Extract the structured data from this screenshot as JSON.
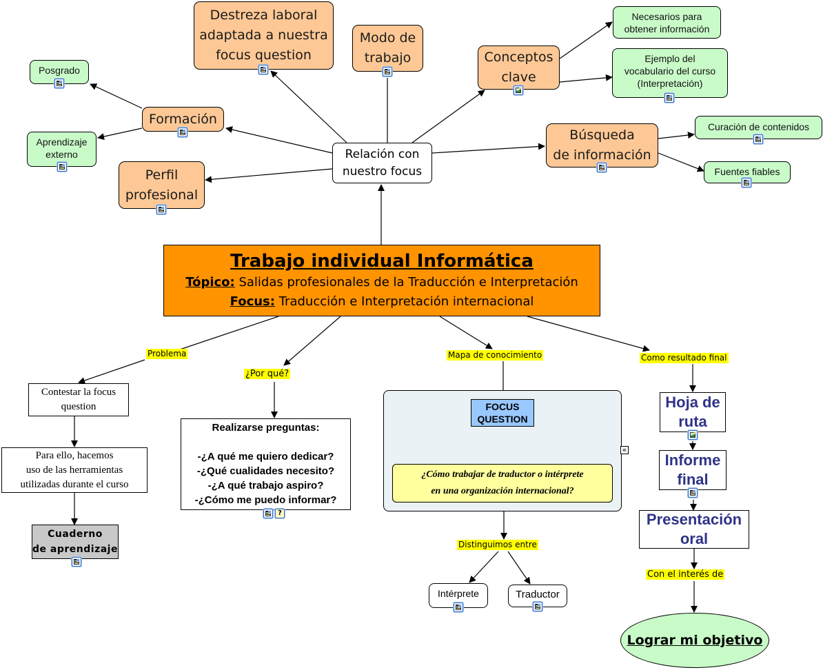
{
  "main_concept": {
    "title": "Trabajo individual Informática",
    "topic_label": "Tópico:",
    "topic_text": " Salidas profesionales de la Traducción e Interpretación",
    "focus_label": "Focus:",
    "focus_text": " Traducción e Interpretación internacional",
    "color": "#ff9300"
  },
  "relation": {
    "line1": "Relación con",
    "line2": "nuestro focus"
  },
  "upper_concepts": {
    "destreza": [
      "Destreza laboral",
      "adaptada a nuestra",
      "focus question"
    ],
    "modo": [
      "Modo de",
      "trabajo"
    ],
    "conceptos": [
      "Conceptos",
      "clave"
    ],
    "formacion": [
      "Formación"
    ],
    "perfil": [
      "Perfil",
      "profesional"
    ],
    "busqueda": [
      "Búsqueda",
      "de información"
    ]
  },
  "leaf_concepts": {
    "posgrado": [
      "Posgrado"
    ],
    "aprendizaje": [
      "Aprendizaje",
      "externo"
    ],
    "necesarios": [
      "Necesarios para",
      "obtener información"
    ],
    "ejemplo": [
      "Ejemplo del",
      "vocabulario del curso",
      "(Interpretación)"
    ],
    "curacion": [
      "Curación de contenidos"
    ],
    "fuentes": [
      "Fuentes fiables"
    ]
  },
  "link_labels": {
    "problema": "Problema",
    "por_que": "¿Por qué?",
    "mapa": "Mapa de conocimiento",
    "resultado": "Como resultado final",
    "distinguimos": "Distinguimos entre",
    "interes": "Con el interés de"
  },
  "problem_branch": {
    "contestar": [
      "Contestar la focus",
      "question"
    ],
    "para_ello": [
      "Para ello, hacemos",
      "uso de las herramientas",
      "utilizadas durante el curso"
    ],
    "cuaderno": [
      "Cuaderno",
      "de aprendizaje"
    ]
  },
  "questions_box": {
    "heading": "Realizarse preguntas:",
    "items": [
      "-¿A qué me quiero dedicar?",
      "-¿Qué cualidades necesito?",
      "-¿A qué trabajo aspiro?",
      "-¿Cómo me puedo informar?"
    ]
  },
  "knowledge_map": {
    "focus_question": [
      "FOCUS",
      "QUESTION"
    ],
    "question": [
      "¿Cómo trabajar de traductor o intérprete",
      "en una organización internacional?"
    ],
    "collapse_glyph": "«",
    "interprete": "Intérprete",
    "traductor": "Traductor"
  },
  "results": {
    "hoja": [
      "Hoja de",
      "ruta"
    ],
    "informe": [
      "Informe",
      "final"
    ],
    "presentacion": [
      "Presentación",
      "oral"
    ],
    "objetivo": "Lograr mi objetivo"
  },
  "resource_icons": {
    "doc": "document-resource-icon",
    "img": "image-resource-icon",
    "help": "?"
  }
}
